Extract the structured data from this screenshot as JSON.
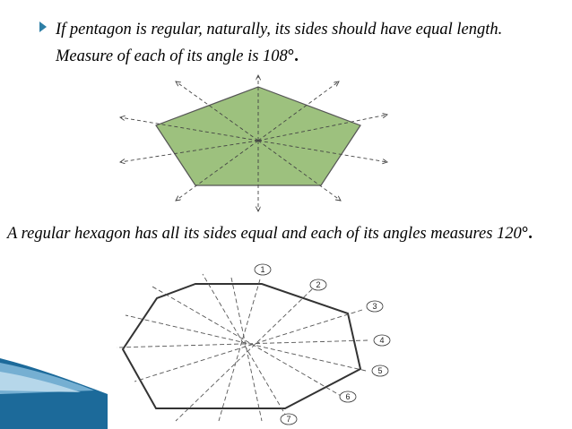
{
  "bullet": {
    "text": "If pentagon is regular, naturally, its sides should have equal length. Measure of each of its angle is 108",
    "suffix": "°."
  },
  "paragraph": {
    "text": "A regular hexagon has all its sides equal and each of its angles measures 120",
    "suffix": "°."
  },
  "heptagon_labels": [
    "1",
    "2",
    "3",
    "4",
    "5",
    "6",
    "7"
  ],
  "colors": {
    "pentagon_fill": "#9dc17e",
    "bullet": "#2e7fa6",
    "corner_blue": "#1c6a9a",
    "corner_light": "#7fb7d8"
  },
  "icons": {
    "bullet": "triangle-bullet-icon"
  }
}
